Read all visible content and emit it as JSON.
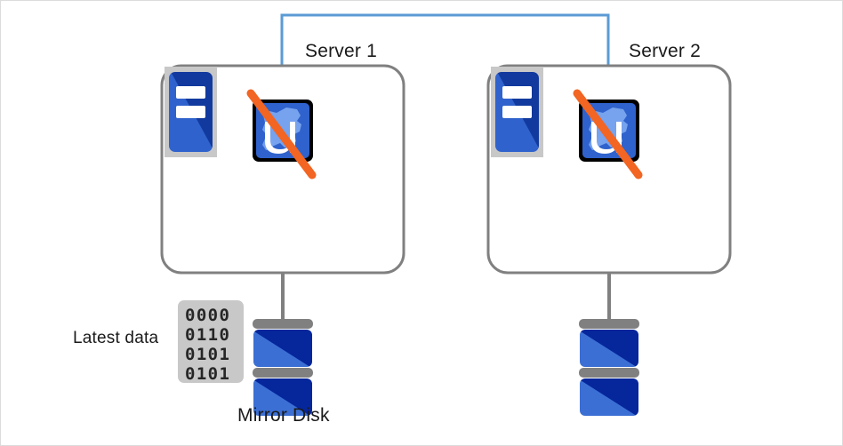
{
  "diagram": {
    "title": "Mirror disk cluster with both servers' applications stopped",
    "background_color": "#ffffff",
    "border_color": "#dcdcdc"
  },
  "colors": {
    "interconnect_line": "#5b9bd5",
    "box_border": "#808080",
    "disk_connector": "#808080",
    "disk_band": "#808080",
    "disk_blue_light": "#3b6fd4",
    "disk_blue_dark": "#06269b",
    "server_icon_panel": "#c8c8c8",
    "server_icon_blue_light": "#2f62cc",
    "server_icon_blue_dark": "#123a9e",
    "app_icon_bg": "#2f62cc",
    "app_icon_cloud": "#7aa5ef",
    "app_icon_border": "#000000",
    "slash": "#f26522",
    "data_block_bg": "#c8c8c8",
    "data_text": "#262626",
    "label_text": "#1a1a1a"
  },
  "interconnect": {
    "name": "server-interconnect",
    "shape": "staple"
  },
  "nodes": [
    {
      "id": "server-1",
      "label": "Server 1",
      "server_icon_name": "server-icon",
      "app_icon_name": "application-icon",
      "app_status": "stopped",
      "slash_visible": true,
      "disk": {
        "label": "Mirror Disk",
        "name": "mirror-disk",
        "platters": 2
      },
      "data_block": {
        "label": "Latest data",
        "name": "latest-data-block",
        "rows": [
          "0000",
          "0110",
          "0101",
          "0101"
        ]
      }
    },
    {
      "id": "server-2",
      "label": "Server 2",
      "server_icon_name": "server-icon",
      "app_icon_name": "application-icon",
      "app_status": "stopped",
      "slash_visible": true,
      "disk": {
        "label": "",
        "name": "mirror-disk",
        "platters": 2
      },
      "data_block": null
    }
  ],
  "labels": {
    "server_1": "Server 1",
    "server_2": "Server 2",
    "mirror_disk": "Mirror Disk",
    "latest_data": "Latest data",
    "data_rows": {
      "r0": "0000",
      "r1": "0110",
      "r2": "0101",
      "r3": "0101"
    }
  }
}
